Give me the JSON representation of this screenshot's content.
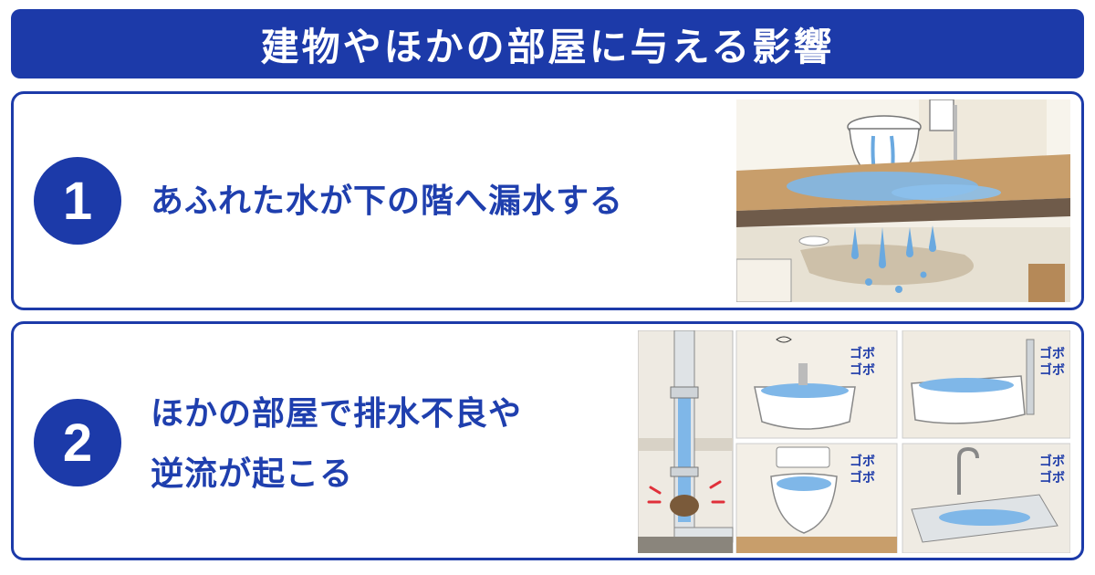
{
  "header": {
    "title": "建物やほかの部屋に与える影響"
  },
  "items": [
    {
      "number": "1",
      "line1": "あふれた水が下の階へ漏水する",
      "line2": ""
    },
    {
      "number": "2",
      "line1": "ほかの部屋で排水不良や",
      "line2": "逆流が起こる"
    }
  ],
  "illustration": {
    "sound_effect_line1": "ゴボ",
    "sound_effect_line2": "ゴボ",
    "icons": [
      "toilet-overflow-icon",
      "ceiling-leak-icon",
      "clogged-pipe-icon",
      "sink-icon",
      "bathtub-icon",
      "toilet-icon",
      "kitchen-sink-icon"
    ]
  },
  "colors": {
    "brand_blue": "#1c3aa9",
    "water": "#7fb7e8",
    "floor": "#caa274"
  }
}
